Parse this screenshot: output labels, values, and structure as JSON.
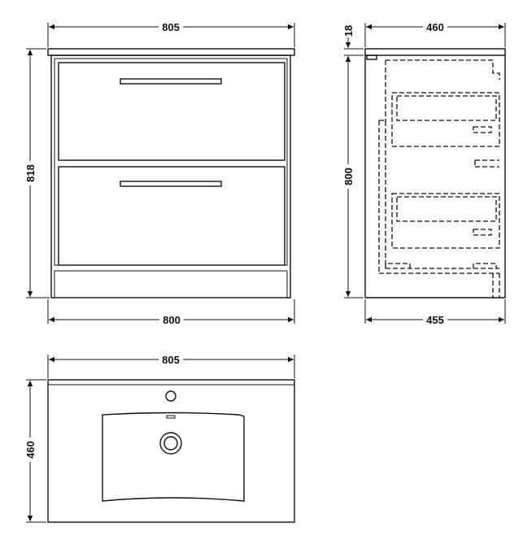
{
  "dimensions": {
    "front_top_width": "805",
    "front_body_width": "800",
    "front_height": "818",
    "side_top_depth": "460",
    "side_top_thickness": "18",
    "side_height": "800",
    "side_body_depth": "455",
    "plan_width": "805",
    "plan_depth": "460"
  },
  "colors": {
    "line": "#111111",
    "background": "#ffffff"
  }
}
